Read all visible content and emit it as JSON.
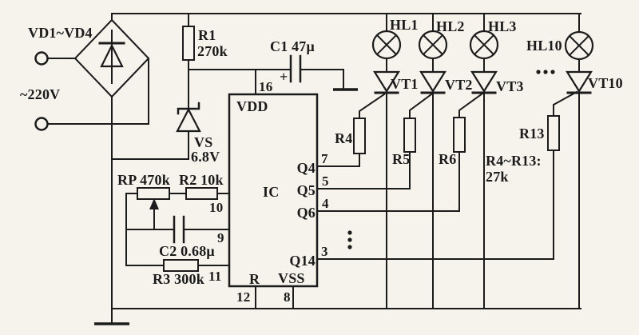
{
  "labels": {
    "bridge": "VD1~VD4",
    "ac": "~220V",
    "r1_name": "R1",
    "r1_value": "270k",
    "c1": "C1  47μ",
    "plus": "+",
    "vs_name": "VS",
    "vs_value": "6.8V",
    "rp": "RP  470k",
    "r2": "R2  10k",
    "c2": "C2  0.68μ",
    "r3": "R3  300k",
    "ic": "IC",
    "vdd": "VDD",
    "vss": "VSS",
    "reset": "R",
    "pin16": "16",
    "pin12": "12",
    "pin8": "8",
    "pin10": "10",
    "pin9": "9",
    "pin11": "11",
    "q4": "Q4",
    "q5": "Q5",
    "q6": "Q6",
    "q14": "Q14",
    "pin7": "7",
    "pin5": "5",
    "pin4": "4",
    "pin3": "3",
    "hl1": "HL1",
    "hl2": "HL2",
    "hl3": "HL3",
    "hl10": "HL10",
    "vt1": "VT1",
    "vt2": "VT2",
    "vt3": "VT3",
    "vt10": "VT10",
    "r4": "R4",
    "r5": "R5",
    "r6": "R6",
    "r13": "R13",
    "note_line1": "R4~R13:",
    "note_line2": "27k"
  },
  "colors": {
    "ink": "#1b1b1b",
    "paper": "#f5f3ec"
  }
}
